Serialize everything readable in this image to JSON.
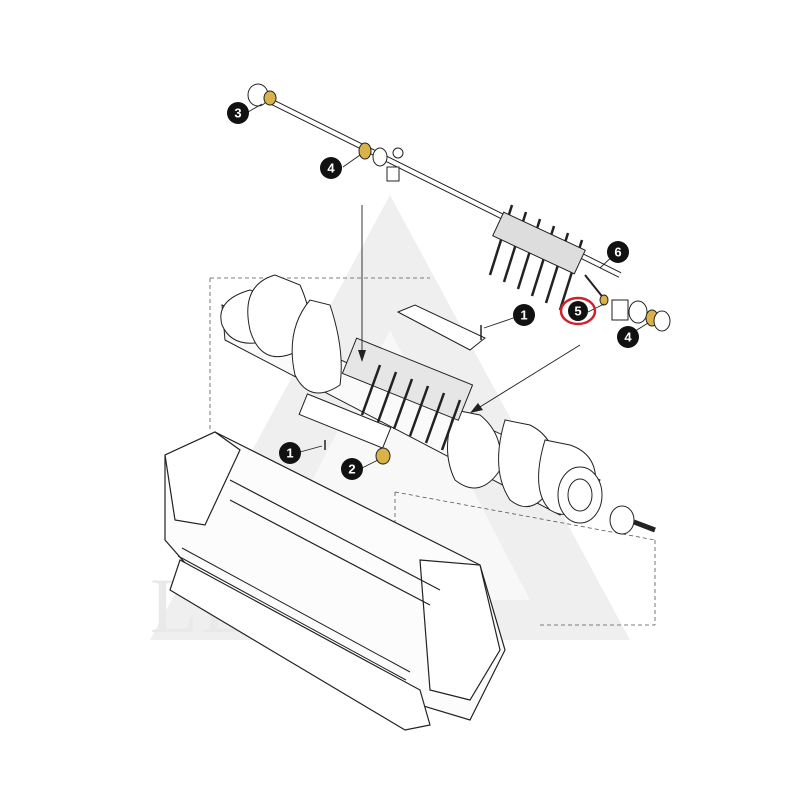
{
  "watermark": {
    "text": "LEAGRA"
  },
  "callouts": [
    {
      "label": "3",
      "highlighted": false
    },
    {
      "label": "4",
      "highlighted": false
    },
    {
      "label": "6",
      "highlighted": false
    },
    {
      "label": "1",
      "highlighted": false
    },
    {
      "label": "5",
      "highlighted": true
    },
    {
      "label": "4",
      "highlighted": false
    },
    {
      "label": "1",
      "highlighted": false
    },
    {
      "label": "2",
      "highlighted": false
    }
  ],
  "colors": {
    "callout_fill": "#111111",
    "highlight_ring": "#d0202a",
    "bearing_accent": "#d9b24a",
    "line": "#222222",
    "watermark": "#e9e9e9"
  }
}
